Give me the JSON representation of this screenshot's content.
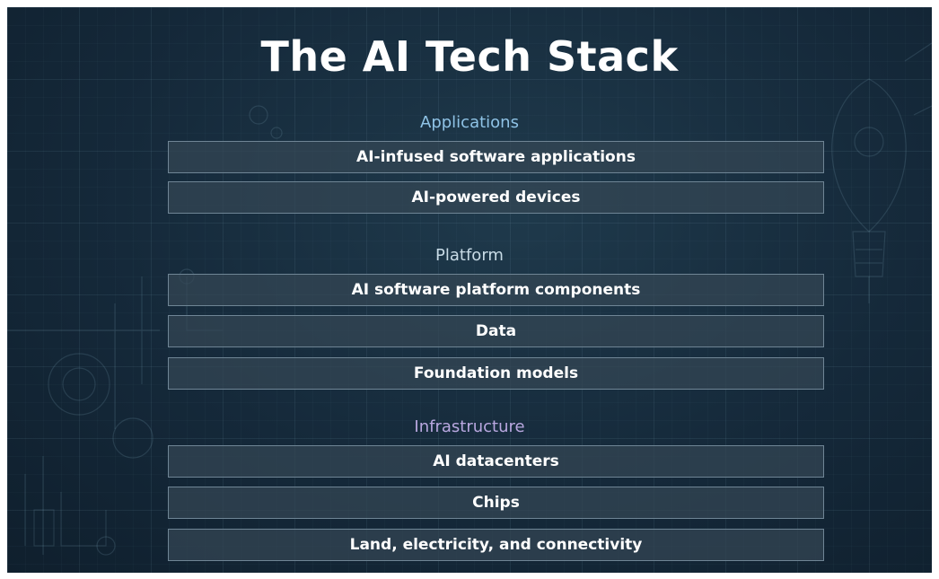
{
  "title": "The AI Tech Stack",
  "sections": [
    {
      "label": "Applications",
      "color": "#8fc3e6",
      "items": [
        "AI-infused software applications",
        "AI-powered devices"
      ]
    },
    {
      "label": "Platform",
      "color": "#c8dbe6",
      "items": [
        "AI software platform components",
        "Data",
        "Foundation models"
      ]
    },
    {
      "label": "Infrastructure",
      "color": "#b9a8e0",
      "items": [
        "AI datacenters",
        "Chips",
        "Land, electricity, and connectivity"
      ]
    }
  ]
}
